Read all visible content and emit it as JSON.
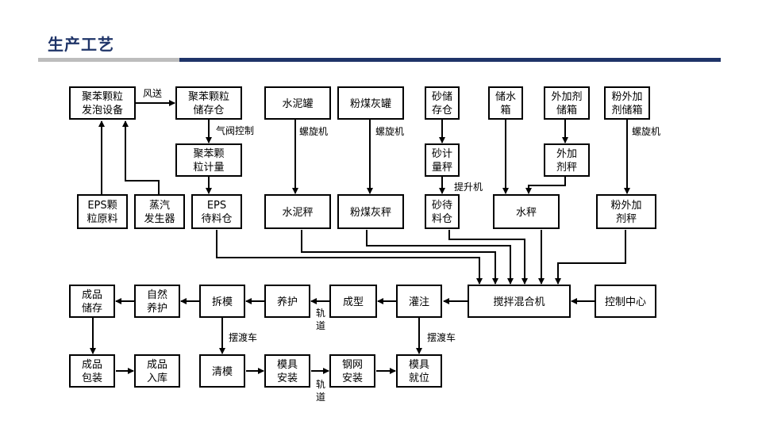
{
  "page": {
    "title": "生产工艺"
  },
  "nodes": {
    "eps_granule_foam": [
      "聚苯颗粒",
      "发泡设备"
    ],
    "eps_storage": [
      "聚苯颗粒",
      "储存仓"
    ],
    "eps_metering": [
      "聚苯颗",
      "粒计量"
    ],
    "eps_raw": [
      "EPS颗",
      "粒原料"
    ],
    "steam_gen": [
      "蒸汽",
      "发生器"
    ],
    "eps_waiting": [
      "EPS",
      "待料仓"
    ],
    "cement_tank": [
      "水泥罐"
    ],
    "cement_scale": [
      "水泥秤"
    ],
    "flyash_tank": [
      "粉煤灰罐"
    ],
    "flyash_scale": [
      "粉煤灰秤"
    ],
    "sand_storage": [
      "砂储",
      "存仓"
    ],
    "sand_meter": [
      "砂计",
      "量秤"
    ],
    "sand_waiting": [
      "砂待",
      "料仓"
    ],
    "water_tank": [
      "储水",
      "箱"
    ],
    "water_scale": [
      "水秤"
    ],
    "admix_tank": [
      "外加剂",
      "储箱"
    ],
    "admix_scale": [
      "外加",
      "剂秤"
    ],
    "powder_tank": [
      "粉外加",
      "剂储箱"
    ],
    "powder_scale": [
      "粉外加",
      "剂秤"
    ],
    "mixer": [
      "搅拌混合机"
    ],
    "control": [
      "控制中心"
    ],
    "pouring": [
      "灌注"
    ],
    "forming": [
      "成型"
    ],
    "curing": [
      "养护"
    ],
    "demold": [
      "拆模"
    ],
    "natural_cure": [
      "自然",
      "养护"
    ],
    "product_store": [
      "成品",
      "储存"
    ],
    "product_pack": [
      "成品",
      "包装"
    ],
    "product_in": [
      "成品",
      "入库"
    ],
    "mold_clean": [
      "清模"
    ],
    "mold_install": [
      "模具",
      "安装"
    ],
    "mesh_install": [
      "钢网",
      "安装"
    ],
    "mold_place": [
      "模具",
      "就位"
    ]
  },
  "edge_labels": {
    "wind": "风送",
    "valve": "气阀控制",
    "screw1": "螺旋机",
    "screw2": "螺旋机",
    "screw3": "螺旋机",
    "lift": "提升机",
    "track1": [
      "轨",
      "道"
    ],
    "track2": [
      "轨",
      "道"
    ],
    "ferry1": "摆渡车",
    "ferry2": "摆渡车"
  }
}
